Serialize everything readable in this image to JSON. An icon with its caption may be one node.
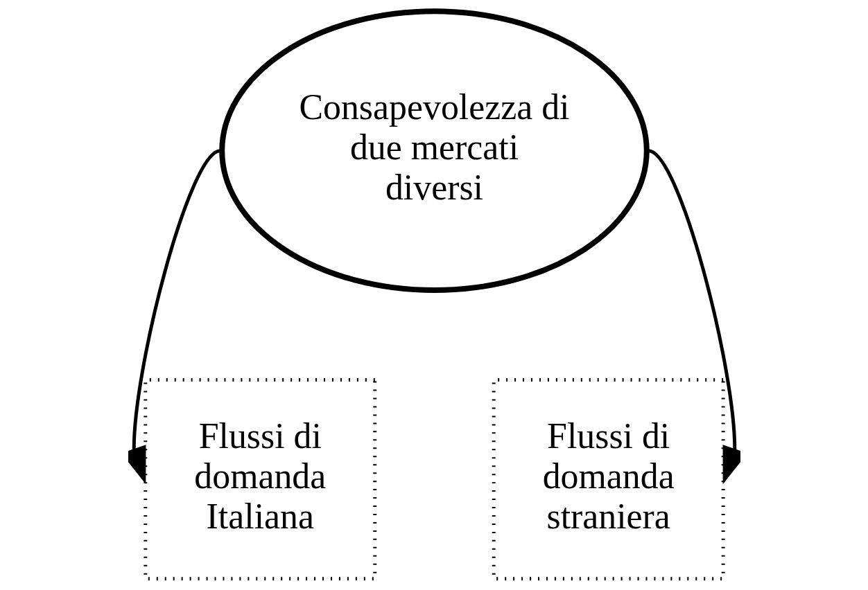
{
  "diagram": {
    "nodes": [
      {
        "text": [
          "Consapevolezza di due mercati diversi"
        ]
      },
      {
        "text": [
          "Flussi di domanda Italiana"
        ]
      },
      {
        "text": [
          "Flussi di domanda straniera"
        ]
      }
    ],
    "edges": [
      {
        "from": 0,
        "to": 1,
        "arrow": "to"
      },
      {
        "from": 0,
        "to": 2,
        "arrow": "to"
      }
    ]
  }
}
